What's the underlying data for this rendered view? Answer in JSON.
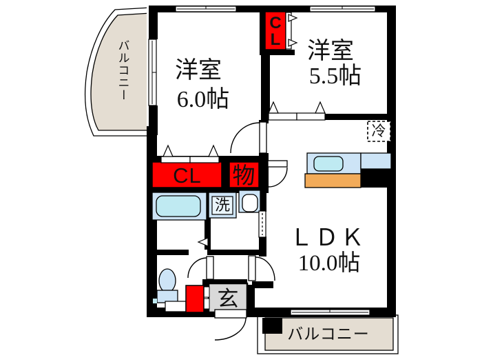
{
  "floorplan": {
    "balcony_left_label": "バルコニー",
    "balcony_bottom_label": "バルコニー",
    "room1": {
      "name": "洋室",
      "size": "6.0帖"
    },
    "room2": {
      "name": "洋室",
      "size": "5.5帖"
    },
    "ldk": {
      "name": "ＬＤＫ",
      "size": "10.0帖"
    },
    "closet_top": {
      "line1": "C",
      "line2": "L"
    },
    "closet_main_label": "CL",
    "storage_label": "物",
    "washer_label": "洗",
    "fridge_label": "冷",
    "entrance_label": "玄",
    "colors": {
      "red": "#ff0000",
      "beige": "#e4ddd2",
      "light_blue": "#cde4f6",
      "cyan": "#bfeaf2",
      "orange": "#f2ab59",
      "genkan_gray": "#d9d9d9",
      "wall": "#000000"
    }
  }
}
